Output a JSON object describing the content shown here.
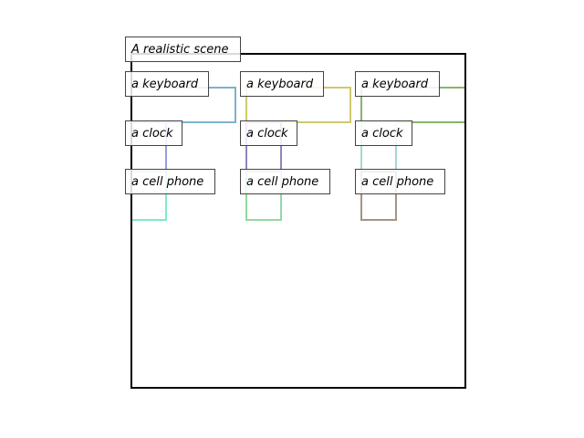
{
  "scene": {
    "caption": "A realistic scene",
    "columns": [
      {
        "objects": [
          {
            "label": "a keyboard",
            "color": "#7bb3cc"
          },
          {
            "label": "a clock",
            "color": "#8f9ee0"
          },
          {
            "label": "a cell phone",
            "color": "#7eeac9"
          }
        ]
      },
      {
        "objects": [
          {
            "label": "a keyboard",
            "color": "#cdca6c"
          },
          {
            "label": "a clock",
            "color": "#8c86c0"
          },
          {
            "label": "a cell phone",
            "color": "#93d9a0"
          }
        ]
      },
      {
        "objects": [
          {
            "label": "a keyboard",
            "color": "#86b46c"
          },
          {
            "label": "a clock",
            "color": "#a6d8d4"
          },
          {
            "label": "a cell phone",
            "color": "#a49486"
          }
        ]
      }
    ]
  }
}
